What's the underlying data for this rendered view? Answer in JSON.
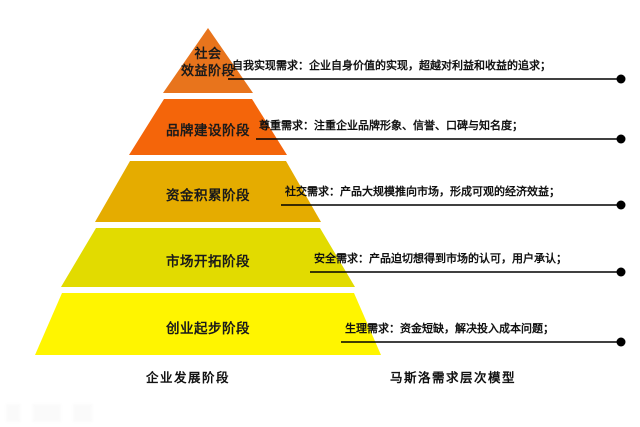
{
  "diagram": {
    "type": "pyramid-comparison",
    "background_color": "#ffffff",
    "tiers": [
      {
        "id": "tier-5-top",
        "label": "社会\n效益阶段",
        "label_line1": "社会",
        "label_line2": "效益阶段",
        "color": "#E8741C",
        "need_text": "自我实现需求：企业自身价值的实现，超越对利益和收益的追求；",
        "level": 5
      },
      {
        "id": "tier-4",
        "label": "品牌建设阶段",
        "color": "#F4650A",
        "need_text": "尊重需求：注重企业品牌形象、信誉、口碑与知名度；",
        "level": 4
      },
      {
        "id": "tier-3",
        "label": "资金积累阶段",
        "color": "#E5AC00",
        "need_text": "社交需求：产品大规模推向市场，形成可观的经济效益；",
        "level": 3
      },
      {
        "id": "tier-2",
        "label": "市场开拓阶段",
        "color": "#E2DB00",
        "need_text": "安全需求：产品迫切想得到市场的认可，用户承认；",
        "level": 2
      },
      {
        "id": "tier-1-base",
        "label": "创业起步阶段",
        "color": "#FFF500",
        "need_text": "生理需求：资金短缺，解决投入成本问题；",
        "level": 1
      }
    ],
    "captions": {
      "left": "企业发展阶段",
      "right": "马斯洛需求层次模型"
    },
    "connector": {
      "color": "#000000",
      "endpoint_shape": "filled-circle"
    }
  }
}
